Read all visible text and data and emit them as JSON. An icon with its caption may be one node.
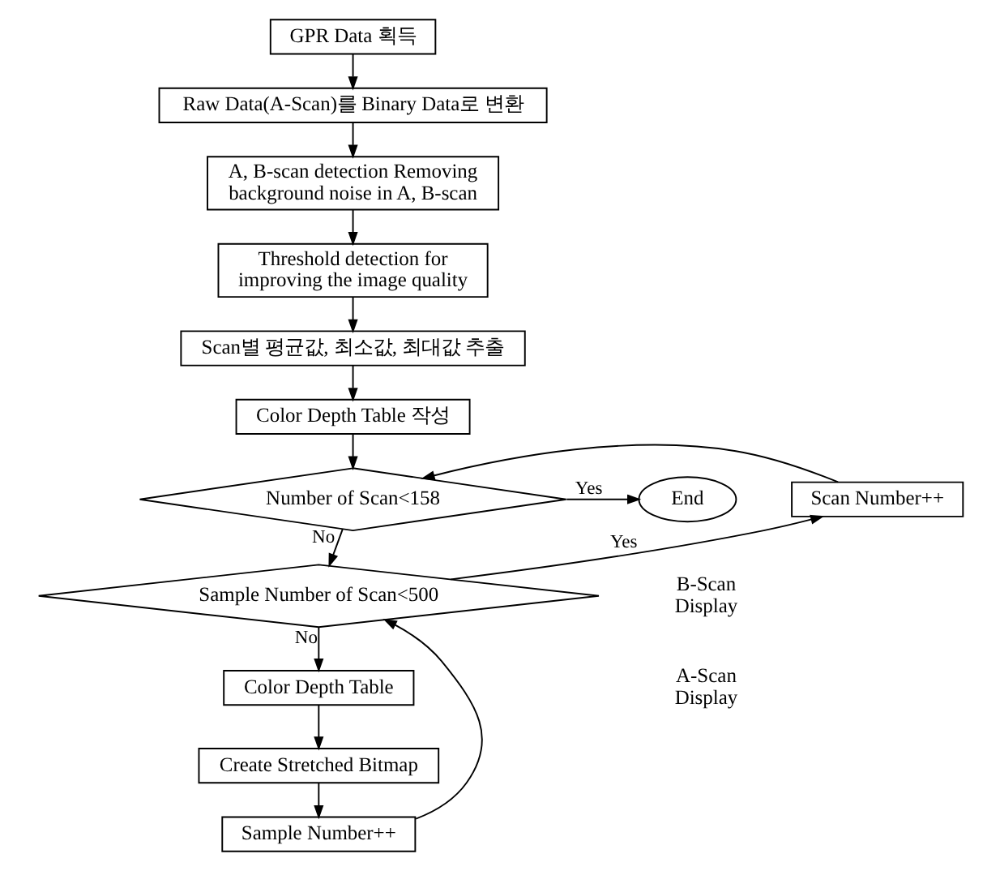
{
  "diagram": {
    "nodes": [
      {
        "text": [
          "GPR Data 획득"
        ]
      },
      {
        "text": [
          "Raw Data(A-Scan)를 Binary Data로 변환"
        ]
      },
      {
        "text": [
          "A, B-scan detection Removing background noise in A, B-scan"
        ]
      },
      {
        "text": [
          "Threshold detection for improving the image quality"
        ]
      },
      {
        "text": [
          "Scan별 평균값, 최소값, 최대값 추출"
        ]
      },
      {
        "text": [
          "Color Depth Table 작성"
        ]
      },
      {
        "text": [
          "Number of Scan<158"
        ]
      },
      {
        "text": [
          "Scan Number++"
        ]
      },
      {
        "text": [
          "End"
        ]
      },
      {
        "text": [
          "Sample Number of Scan<500"
        ]
      },
      {
        "text": [
          "Color Depth Table"
        ]
      },
      {
        "text": [
          "Create Stretched Bitmap"
        ]
      },
      {
        "text": [
          "Sample Number++"
        ]
      }
    ],
    "edges": [
      {
        "from": 0,
        "to": 1,
        "arrow": "to"
      },
      {
        "from": 1,
        "to": 2,
        "arrow": "to"
      },
      {
        "from": 2,
        "to": 3,
        "arrow": "to"
      },
      {
        "from": 3,
        "to": 4,
        "arrow": "to"
      },
      {
        "from": 4,
        "to": 5,
        "arrow": "to"
      },
      {
        "from": 5,
        "to": 6,
        "arrow": "to"
      },
      {
        "from": 6,
        "to": 8,
        "arrow": "to",
        "label": "Yes"
      },
      {
        "from": 6,
        "to": 9,
        "arrow": "to",
        "label": "No"
      },
      {
        "from": 7,
        "to": 6,
        "arrow": "to"
      },
      {
        "from": 9,
        "to": 10,
        "arrow": "to",
        "label": "No"
      },
      {
        "from": 10,
        "to": 11,
        "arrow": "to"
      },
      {
        "from": 11,
        "to": 12,
        "arrow": "to"
      },
      {
        "from": 12,
        "to": 9,
        "arrow": "to"
      },
      {
        "from": 9,
        "to": 7,
        "arrow": "to",
        "label": "Yes"
      }
    ],
    "labels": [
      "B-Scan Display",
      "A-Scan Display"
    ]
  }
}
